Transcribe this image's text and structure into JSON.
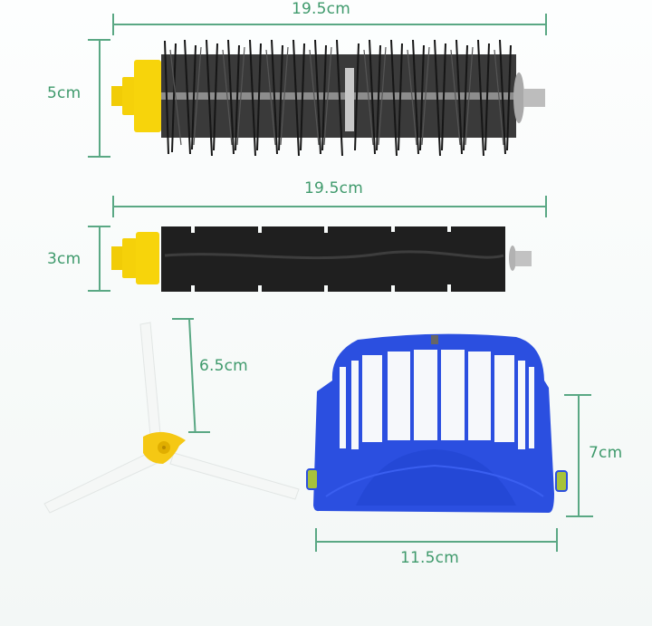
{
  "figure": {
    "type": "product-dimension-diagram",
    "accent_color": "#3f9a6c",
    "items": [
      {
        "name": "bristle-roller-brush",
        "dimensions": {
          "length": "19.5cm",
          "height": "5cm"
        },
        "colors": {
          "body": "#1e1e1e",
          "end_cap": "#f5d10a",
          "axle": "#b9b9b9"
        }
      },
      {
        "name": "flexible-beater-brush",
        "dimensions": {
          "length": "19.5cm",
          "height": "3cm"
        },
        "colors": {
          "body": "#1f1f1f",
          "end_cap": "#f5d10a",
          "axle": "#b9b9b9"
        }
      },
      {
        "name": "three-arm-side-brush",
        "dimensions": {
          "arm_length": "6.5cm"
        },
        "colors": {
          "arms": "#f4f6f5",
          "hub": "#f5c814"
        }
      },
      {
        "name": "aerovac-filter",
        "dimensions": {
          "width": "11.5cm",
          "height": "7cm"
        },
        "colors": {
          "frame": "#2b4fe0",
          "mesh": "#f6f8fb",
          "tabs": "#a7c23a"
        }
      }
    ]
  },
  "labels": {
    "top_brush_length": "19.5cm",
    "top_brush_height": "5cm",
    "beater_length": "19.5cm",
    "beater_height": "3cm",
    "side_brush_arm": "6.5cm",
    "filter_height": "7cm",
    "filter_width": "11.5cm"
  }
}
